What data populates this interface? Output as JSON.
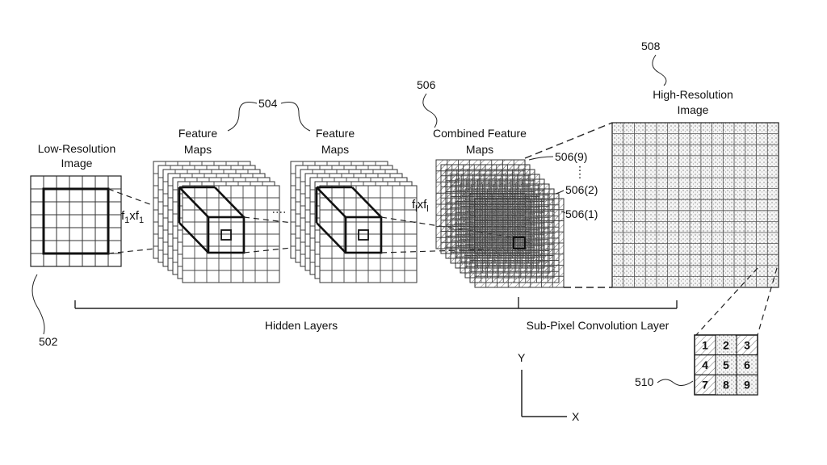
{
  "labels": {
    "low_res_line1": "Low-Resolution",
    "low_res_line2": "Image",
    "feature_maps_1_line1": "Feature",
    "feature_maps_1_line2": "Maps",
    "feature_maps_2_line1": "Feature",
    "feature_maps_2_line2": "Maps",
    "combined_line1": "Combined Feature",
    "combined_line2": "Maps",
    "high_res_line1": "High-Resolution",
    "high_res_line2": "Image",
    "hidden_layers": "Hidden Layers",
    "subpixel_layer": "Sub-Pixel Convolution Layer"
  },
  "filters": {
    "f1_base": "f",
    "f1_sub": "1",
    "f1_x": "x",
    "f1_base2": "f",
    "f1_sub2": "1",
    "fl_base": "f",
    "fl_sub": "l",
    "fl_x": "x",
    "fl_base2": "f",
    "fl_sub2": "l"
  },
  "refs": {
    "r502": "502",
    "r504": "504",
    "r506": "506",
    "r508": "508",
    "r510": "510",
    "r506_9": "506(9)",
    "r506_2": "506(2)",
    "r506_1": "506(1)"
  },
  "axes": {
    "y": "Y",
    "x": "X"
  },
  "tile_numbers": [
    "1",
    "2",
    "3",
    "4",
    "5",
    "6",
    "7",
    "8",
    "9"
  ]
}
